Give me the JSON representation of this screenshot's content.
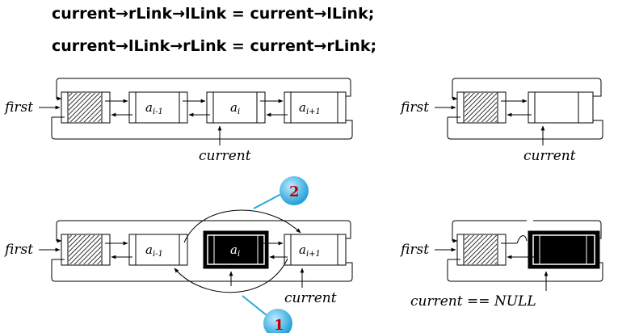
{
  "code": {
    "line1": "current→rLink→lLink = current→lLink;",
    "line2": "current→lLink→rLink = current→rLink;"
  },
  "labels": {
    "first": "first",
    "current": "current",
    "current_null": "current == NULL",
    "a_prev_base": "a",
    "a_prev_sub": "i-1",
    "a_cur_base": "a",
    "a_cur_sub": "i",
    "a_next_base": "a",
    "a_next_sub": "i+1"
  },
  "steps": {
    "step1": "1",
    "step2": "2"
  },
  "colors": {
    "step_bubble": "#2aa8d8",
    "step_number": "#c00000",
    "removed_node": "#000000"
  }
}
